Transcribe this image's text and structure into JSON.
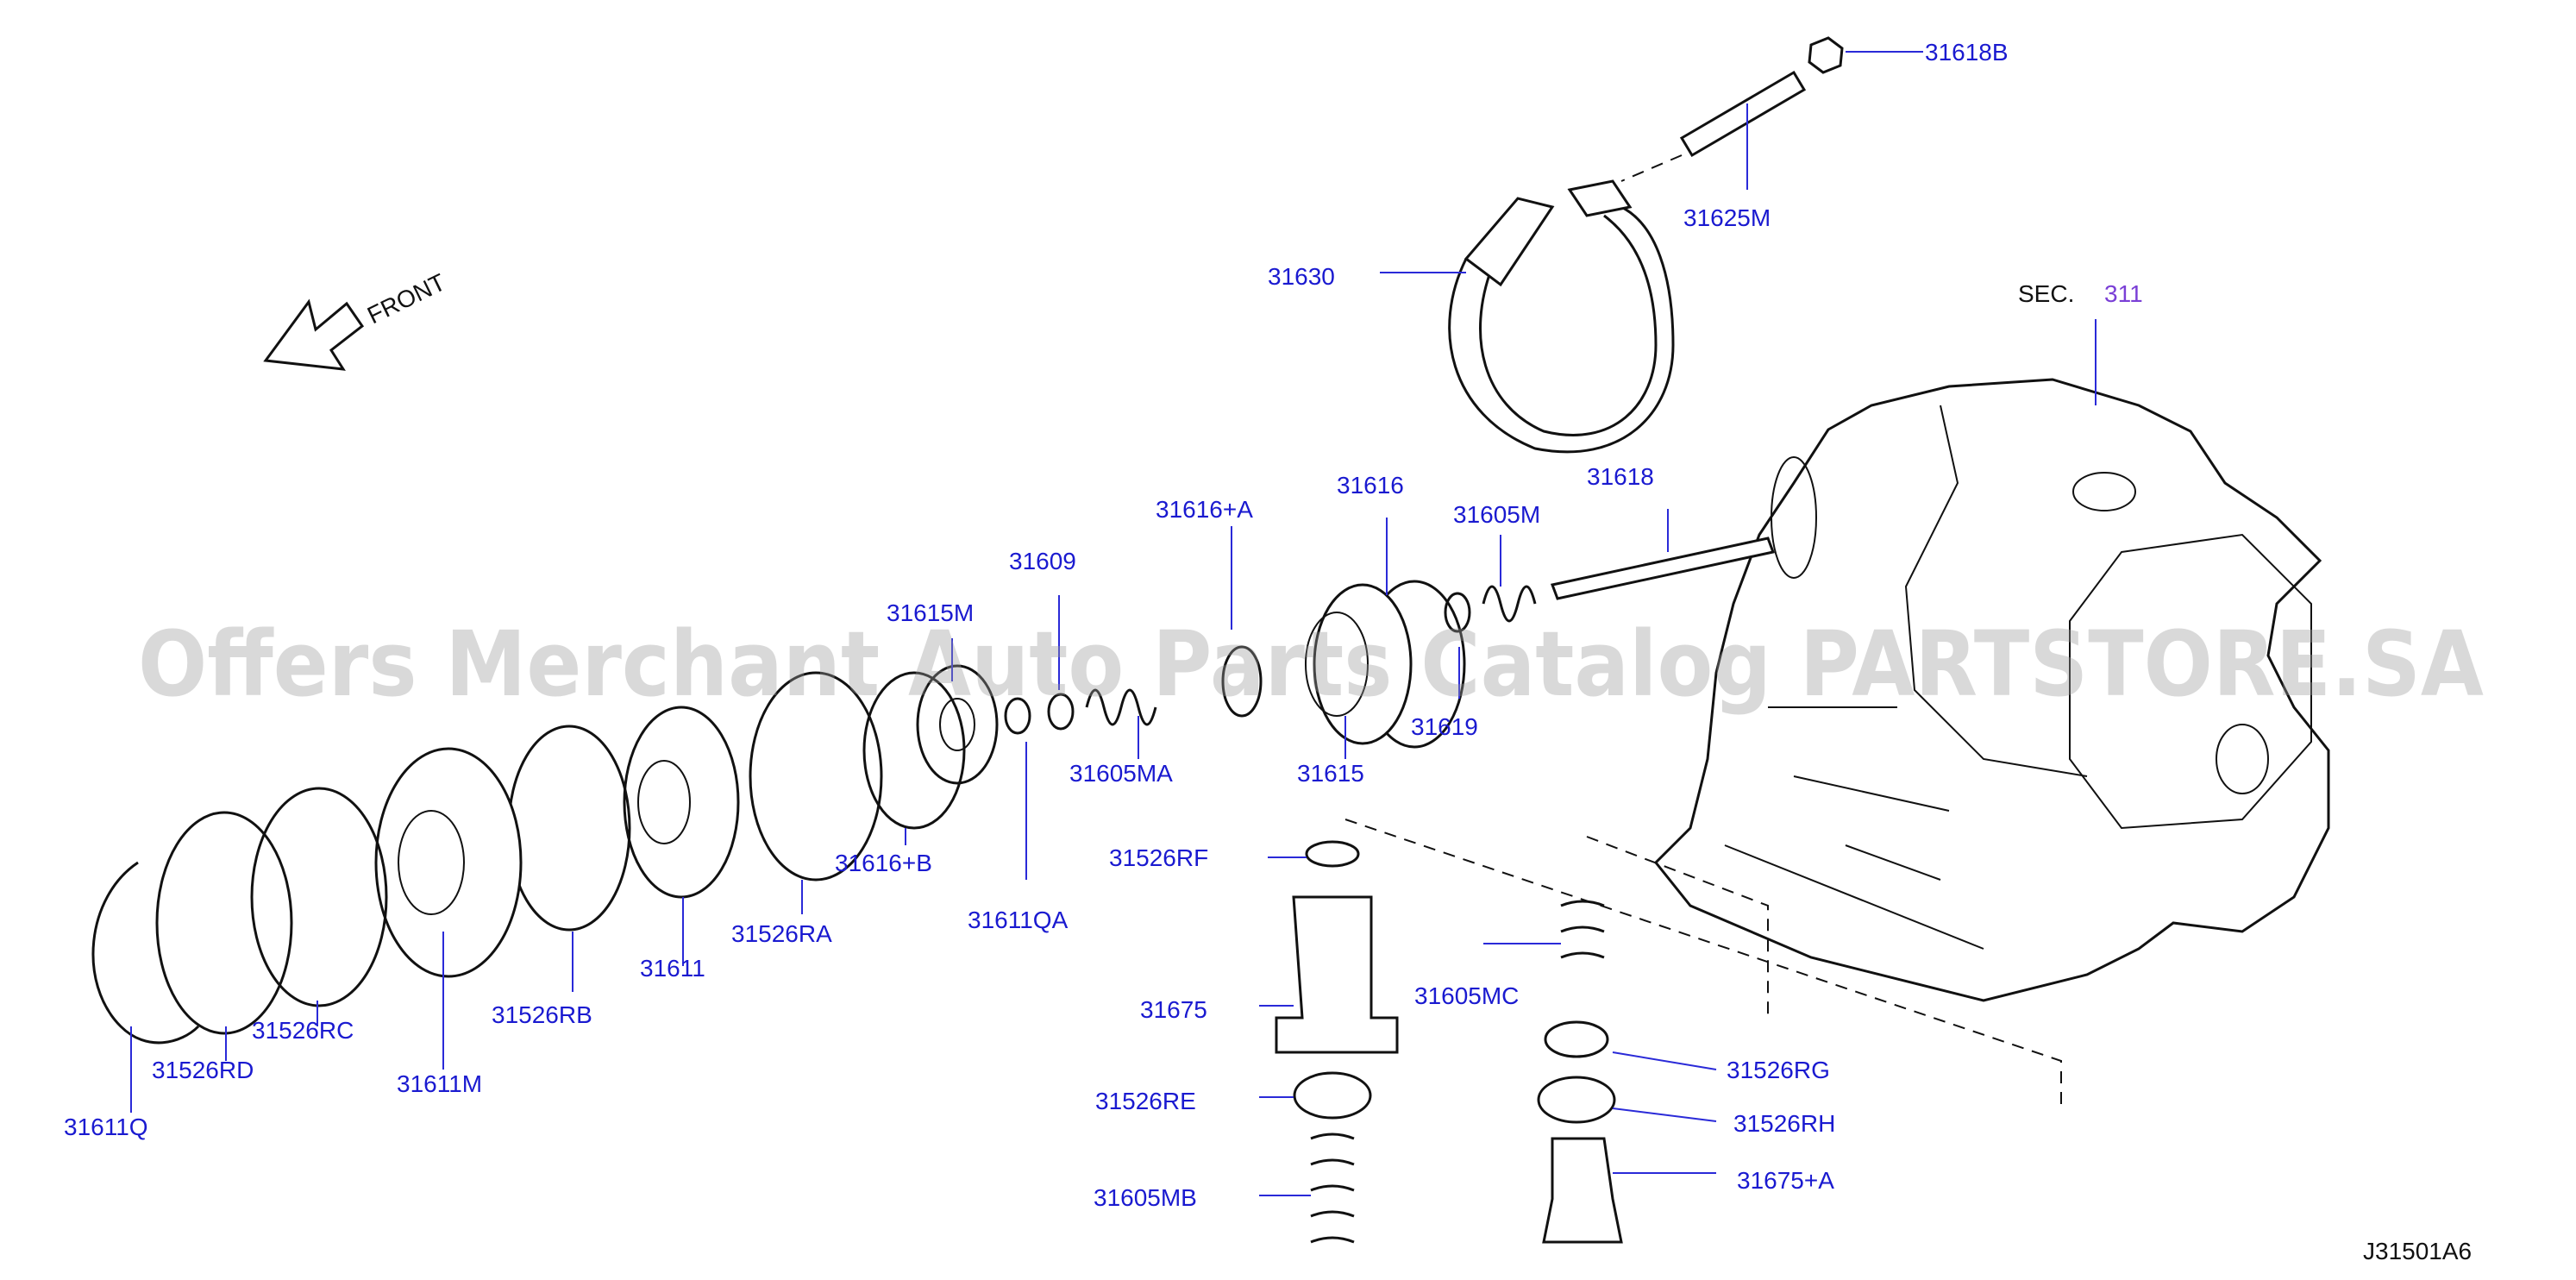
{
  "diagram_id": "J31501A6",
  "front_label": "FRONT",
  "section_ref": {
    "prefix": "SEC.",
    "number": "311"
  },
  "watermark": "Offers Merchant Auto Parts Catalog PARTSTORE.SA",
  "colors": {
    "label": "#1a1ad0",
    "section_number": "#7a3fd6",
    "line_art": "#111111",
    "watermark": "#9a9a9a"
  },
  "parts": [
    {
      "id": "p-31618b",
      "label": "31618B"
    },
    {
      "id": "p-31625m",
      "label": "31625M"
    },
    {
      "id": "p-31630",
      "label": "31630"
    },
    {
      "id": "p-31618",
      "label": "31618"
    },
    {
      "id": "p-31616",
      "label": "31616"
    },
    {
      "id": "p-31605m",
      "label": "31605M"
    },
    {
      "id": "p-31616a",
      "label": "31616+A"
    },
    {
      "id": "p-31609",
      "label": "31609"
    },
    {
      "id": "p-31615m",
      "label": "31615M"
    },
    {
      "id": "p-31619",
      "label": "31619"
    },
    {
      "id": "p-31615",
      "label": "31615"
    },
    {
      "id": "p-31605ma",
      "label": "31605MA"
    },
    {
      "id": "p-31616b",
      "label": "31616+B"
    },
    {
      "id": "p-31611qa",
      "label": "31611QA"
    },
    {
      "id": "p-31526ra",
      "label": "31526RA"
    },
    {
      "id": "p-31611",
      "label": "31611"
    },
    {
      "id": "p-31526rb",
      "label": "31526RB"
    },
    {
      "id": "p-31611m",
      "label": "31611M"
    },
    {
      "id": "p-31526rc",
      "label": "31526RC"
    },
    {
      "id": "p-31526rd",
      "label": "31526RD"
    },
    {
      "id": "p-31611q",
      "label": "31611Q"
    },
    {
      "id": "p-31526rf",
      "label": "31526RF"
    },
    {
      "id": "p-31675",
      "label": "31675"
    },
    {
      "id": "p-31526re",
      "label": "31526RE"
    },
    {
      "id": "p-31605mb",
      "label": "31605MB"
    },
    {
      "id": "p-31605mc",
      "label": "31605MC"
    },
    {
      "id": "p-31526rg",
      "label": "31526RG"
    },
    {
      "id": "p-31526rh",
      "label": "31526RH"
    },
    {
      "id": "p-31675a",
      "label": "31675+A"
    }
  ]
}
